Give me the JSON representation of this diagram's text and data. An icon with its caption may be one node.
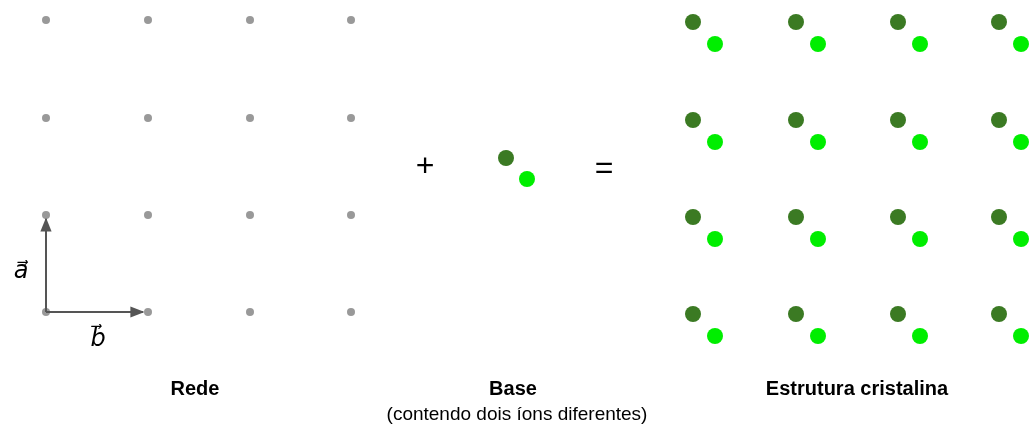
{
  "diagram": {
    "labels": [
      "a⃗",
      "b⃗",
      "+",
      "=",
      "Rede",
      "Base",
      "(contendo dois íons diferentes)",
      "Estrutura cristalina"
    ]
  }
}
